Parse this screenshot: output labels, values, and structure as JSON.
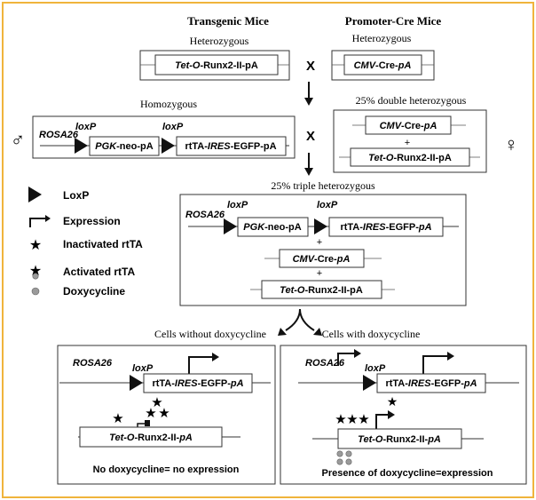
{
  "header": {
    "transgenic": "Transgenic Mice",
    "promoter_cre": "Promoter-Cre Mice"
  },
  "labels": {
    "heterozygous_left": "Heterozygous",
    "heterozygous_right": "Heterozygous",
    "homozygous": "Homozygous",
    "double_het": "25% double heterozygous",
    "triple_het": "25% triple heterozygous",
    "without_dox": "Cells without doxycycline",
    "with_dox": "Cells with doxycycline",
    "cross": "X",
    "plus": "+"
  },
  "constructs": {
    "teto_prefix": "Tet-O",
    "teto_suffix": "-Runx2-II-pA",
    "teto_suffix_italic_pa": "-Runx2-II-",
    "pa": "pA",
    "cmv": "CMV",
    "cre": "-Cre-",
    "pgk": "PGK",
    "neo": "-neo-pA",
    "rtta": "rtTA-",
    "ires": "IRES",
    "egfp": "-EGFP-pA",
    "egfp_italic_pa": "-EGFP-",
    "rosa26": "ROSA26",
    "loxp": "loxP"
  },
  "legend": {
    "loxp": "LoxP",
    "expression": "Expression",
    "inactivated": "Inactivated rtTA",
    "activated": "Activated rtTA",
    "doxycycline": "Doxycycline"
  },
  "outcomes": {
    "no_dox": "No doxycycline= no expression",
    "with_dox": "Presence of doxycycline=expression"
  },
  "symbols": {
    "male": "♂",
    "female": "♀"
  },
  "colors": {
    "frame": "#f0b43c",
    "line": "#1a1a1a",
    "dox": "#9a9a9a"
  }
}
